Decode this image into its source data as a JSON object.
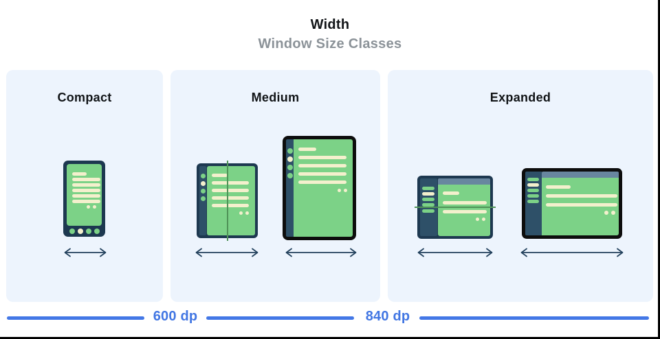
{
  "header": {
    "title": "Width",
    "subtitle": "Window Size Classes"
  },
  "panels": [
    {
      "label": "Compact",
      "devices": [
        "phone-portrait"
      ]
    },
    {
      "label": "Medium",
      "devices": [
        "foldable-portrait",
        "tablet-portrait"
      ]
    },
    {
      "label": "Expanded",
      "devices": [
        "foldable-landscape",
        "tablet-landscape"
      ]
    }
  ],
  "ruler": {
    "labels": [
      "600 dp",
      "840 dp"
    ]
  },
  "colors": {
    "panel_background": "#edf4fd",
    "device_frame_navy": "#1d3850",
    "device_frame_black": "#0d0d0d",
    "rail_navy": "#2e5068",
    "screen_green": "#7cd287",
    "content_cream": "#f4f0cd",
    "top_bar_blue_gray": "#68869f",
    "fold_line_green": "#4f9357",
    "ruler_blue": "#4377e6",
    "subtitle_gray": "#8b9298",
    "arrow_navy": "#22405c"
  }
}
